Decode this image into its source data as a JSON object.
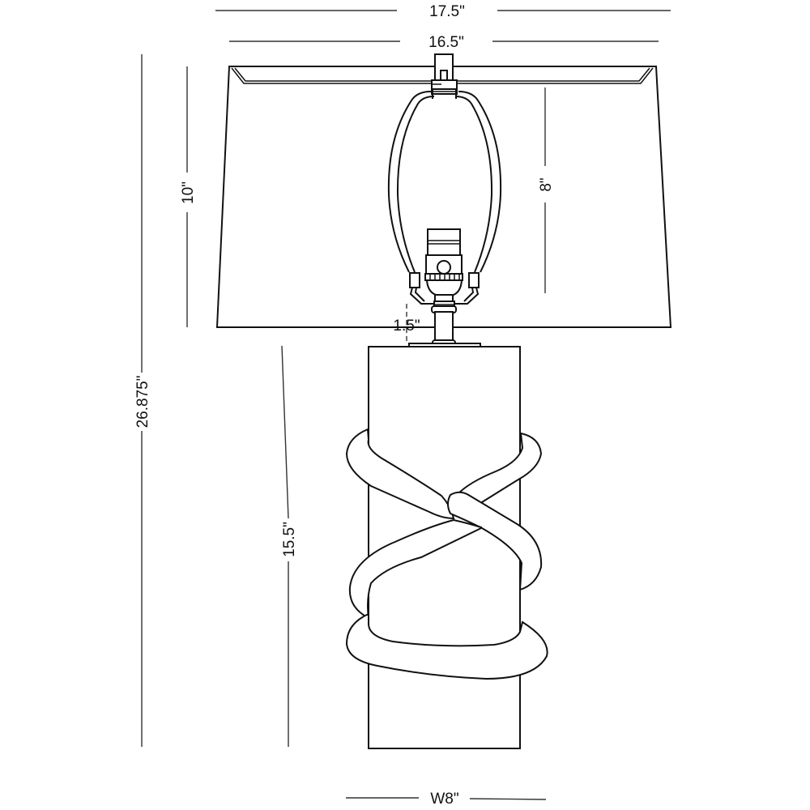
{
  "drawing": {
    "subject": "table lamp with knotted rope base",
    "stroke_color": "#111111",
    "background": "#ffffff"
  },
  "dimensions": {
    "shade_top_width": "17.5\"",
    "shade_inner_width": "16.5\"",
    "shade_height": "10\"",
    "harp_height": "8\"",
    "neck_height": "1.5\"",
    "overall_height": "26.875\"",
    "base_height": "15.5\"",
    "base_width": "W8\""
  }
}
